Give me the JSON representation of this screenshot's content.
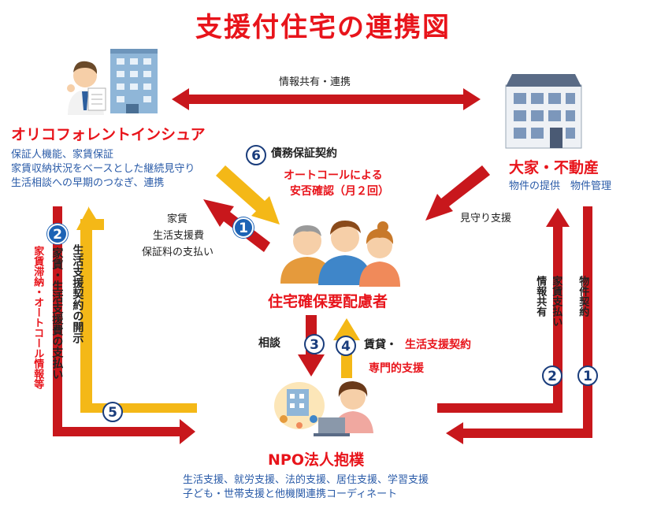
{
  "title": "支援付住宅の連携図",
  "colors": {
    "red_arrow": "#c8171c",
    "yellow_arrow": "#f4b817",
    "blue_text": "#2a5ba8",
    "red_text": "#e8141b"
  },
  "icons": [
    "office-worker-icon",
    "apartment-building-icon",
    "family-icon",
    "npo-staff-icon"
  ],
  "insurer": {
    "name": "オリコフォレントインシュア",
    "lines": [
      "保証人機能、家賃保証",
      "家賃収納状況をベースとした継続見守り",
      "生活相談への早期のつなぎ、連携"
    ]
  },
  "landlord": {
    "name": "大家・不動産",
    "services": "物件の提供　物件管理"
  },
  "tenant": {
    "name": "住宅確保要配慮者"
  },
  "npo": {
    "name": "NPO法人抱樸",
    "lines": [
      "生活支援、就労支援、法的支援、居住支援、学習支援",
      "子ども・世帯支援と他機関連携コーディネート"
    ]
  },
  "top_link": "情報共有・連携",
  "badges": {
    "b1": "1",
    "b2": "2",
    "b3": "3",
    "b4": "4",
    "b5": "5",
    "b6": "6"
  },
  "flow_labels": {
    "f6": "債務保証契約",
    "autocall": [
      "オートコールによる",
      "安否確認（月２回）"
    ],
    "f1": [
      "家賃",
      "生活支援費",
      "保証料の支払い"
    ],
    "mimamori": "見守り支援",
    "f3": "相談",
    "f4_black": "賃貸・",
    "f4_red": "生活支援契約",
    "f4_red2": "専門的支援",
    "left_red": "家賃滞納・オートコール情報等",
    "left_black": "家賃・生活支援費の支払い",
    "left_black2": "生活支援契約の開示",
    "right_a": "家賃支払い",
    "right_b": "情報共有",
    "right_c": "物件契約"
  }
}
